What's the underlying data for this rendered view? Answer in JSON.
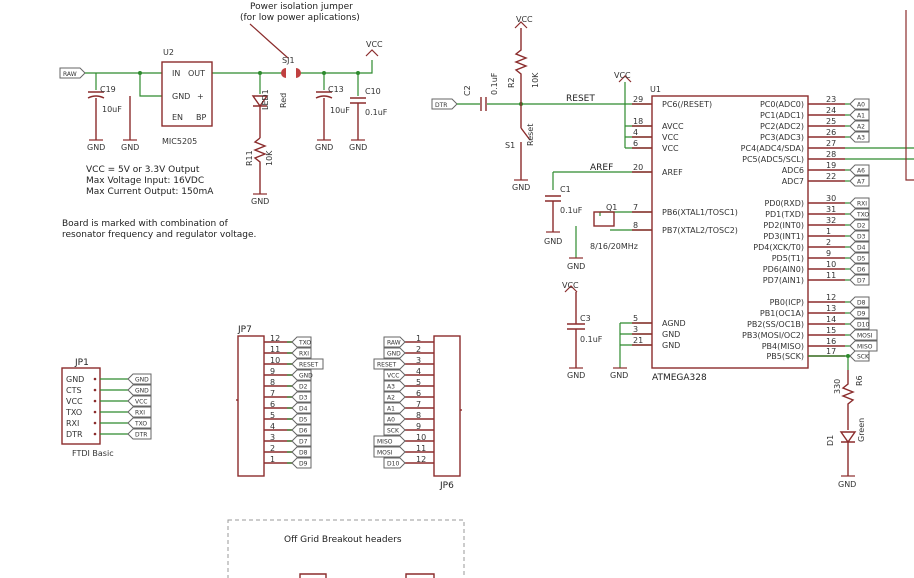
{
  "colors": {
    "part": "#8b2c2c",
    "wire": "#2e8b2e",
    "text": "#333333",
    "flag": "#666666"
  },
  "power": {
    "jumper_note_1": "Power isolation jumper",
    "jumper_note_2": "(for low power aplications)",
    "jumper": "SJ1",
    "vcc": "VCC",
    "raw": "RAW",
    "reg_name": "U2",
    "reg_part": "MIC5205",
    "reg_in": "IN",
    "reg_out": "OUT",
    "reg_gnd": "GND",
    "reg_en": "EN",
    "reg_bp": "BP",
    "c19": "C19",
    "c19_val": "10uF",
    "c13": "C13",
    "c13_val": "10uF",
    "c10": "C10",
    "c10_val": "0.1uF",
    "led1": "LED1",
    "led1_color": "Red",
    "r11": "R11",
    "r11_val": "10K",
    "gnd": "GND",
    "specs": [
      "VCC = 5V or 3.3V Output",
      "Max Voltage Input: 16VDC",
      "Max Current Output: 150mA"
    ],
    "board_note": [
      "Board is marked with combination of",
      "resonator frequency and regulator voltage."
    ]
  },
  "mcu": {
    "name": "U1",
    "part": "ATMEGA328",
    "dtr": "DTR",
    "c2": "C2",
    "c2_val": "0.1uF",
    "r2": "R2",
    "r2_val": "10K",
    "reset_net": "RESET",
    "s1": "S1",
    "s1_label": "Reset",
    "c1": "C1",
    "c1_val": "0.1uF",
    "aref_net": "AREF",
    "q1": "Q1",
    "q1_val": "8/16/20MHz",
    "c3": "C3",
    "c3_val": "0.1uF",
    "left_pins": [
      {
        "num": "29",
        "name": "PC6(/RESET)"
      },
      {
        "num": "18",
        "name": "AVCC"
      },
      {
        "num": "4",
        "name": "VCC"
      },
      {
        "num": "6",
        "name": "VCC"
      },
      {
        "num": "20",
        "name": "AREF"
      },
      {
        "num": "7",
        "name": "PB6(XTAL1/TOSC1)"
      },
      {
        "num": "8",
        "name": "PB7(XTAL2/TOSC2)"
      },
      {
        "num": "5",
        "name": "AGND"
      },
      {
        "num": "3",
        "name": "GND"
      },
      {
        "num": "21",
        "name": "GND"
      }
    ],
    "right_pins": [
      {
        "num": "23",
        "name": "PC0(ADC0)",
        "net": "A0"
      },
      {
        "num": "24",
        "name": "PC1(ADC1)",
        "net": "A1"
      },
      {
        "num": "25",
        "name": "PC2(ADC2)",
        "net": "A2"
      },
      {
        "num": "26",
        "name": "PC3(ADC3)",
        "net": "A3"
      },
      {
        "num": "27",
        "name": "PC4(ADC4/SDA)",
        "net": ""
      },
      {
        "num": "28",
        "name": "PC5(ADC5/SCL)",
        "net": ""
      },
      {
        "num": "19",
        "name": "ADC6",
        "net": "A6"
      },
      {
        "num": "22",
        "name": "ADC7",
        "net": "A7"
      },
      {
        "num": "30",
        "name": "PD0(RXD)",
        "net": "RXI"
      },
      {
        "num": "31",
        "name": "PD1(TXD)",
        "net": "TXO"
      },
      {
        "num": "32",
        "name": "PD2(INT0)",
        "net": "D2"
      },
      {
        "num": "1",
        "name": "PD3(INT1)",
        "net": "D3"
      },
      {
        "num": "2",
        "name": "PD4(XCK/T0)",
        "net": "D4"
      },
      {
        "num": "9",
        "name": "PD5(T1)",
        "net": "D5"
      },
      {
        "num": "10",
        "name": "PD6(AIN0)",
        "net": "D6"
      },
      {
        "num": "11",
        "name": "PD7(AIN1)",
        "net": "D7"
      },
      {
        "num": "12",
        "name": "PB0(ICP)",
        "net": "D8"
      },
      {
        "num": "13",
        "name": "PB1(OC1A)",
        "net": "D9"
      },
      {
        "num": "14",
        "name": "PB2(SS/OC1B)",
        "net": "D10"
      },
      {
        "num": "15",
        "name": "PB3(MOSI/OC2)",
        "net": "MOSI"
      },
      {
        "num": "16",
        "name": "PB4(MISO)",
        "net": "MISO"
      },
      {
        "num": "17",
        "name": "PB5(SCK)",
        "net": "SCK"
      }
    ],
    "r6": "R6",
    "r6_val": "330",
    "d1": "D1",
    "d1_color": "Green",
    "gnd": "GND"
  },
  "ftdi": {
    "name": "JP1",
    "caption": "FTDI Basic",
    "pins": [
      {
        "name": "GND",
        "net": "GND"
      },
      {
        "name": "CTS",
        "net": "GND"
      },
      {
        "name": "VCC",
        "net": "VCC"
      },
      {
        "name": "TXO",
        "net": "RXI"
      },
      {
        "name": "RXI",
        "net": "TXO"
      },
      {
        "name": "DTR",
        "net": "DTR"
      }
    ]
  },
  "jp7": {
    "name": "JP7",
    "pins": [
      {
        "num": "12",
        "net": "TXO"
      },
      {
        "num": "11",
        "net": "RXI"
      },
      {
        "num": "10",
        "net": "RESET"
      },
      {
        "num": "9",
        "net": "GND"
      },
      {
        "num": "8",
        "net": "D2"
      },
      {
        "num": "7",
        "net": "D3"
      },
      {
        "num": "6",
        "net": "D4"
      },
      {
        "num": "5",
        "net": "D5"
      },
      {
        "num": "4",
        "net": "D6"
      },
      {
        "num": "3",
        "net": "D7"
      },
      {
        "num": "2",
        "net": "D8"
      },
      {
        "num": "1",
        "net": "D9"
      }
    ]
  },
  "jp6": {
    "name": "JP6",
    "pins": [
      {
        "num": "1",
        "net": "RAW"
      },
      {
        "num": "2",
        "net": "GND"
      },
      {
        "num": "3",
        "net": "RESET"
      },
      {
        "num": "4",
        "net": "VCC"
      },
      {
        "num": "5",
        "net": "A3"
      },
      {
        "num": "6",
        "net": "A2"
      },
      {
        "num": "7",
        "net": "A1"
      },
      {
        "num": "8",
        "net": "A0"
      },
      {
        "num": "9",
        "net": "SCK"
      },
      {
        "num": "10",
        "net": "MISO"
      },
      {
        "num": "11",
        "net": "MOSI"
      },
      {
        "num": "12",
        "net": "D10"
      }
    ]
  },
  "breakout": {
    "title": "Off Grid Breakout headers"
  }
}
